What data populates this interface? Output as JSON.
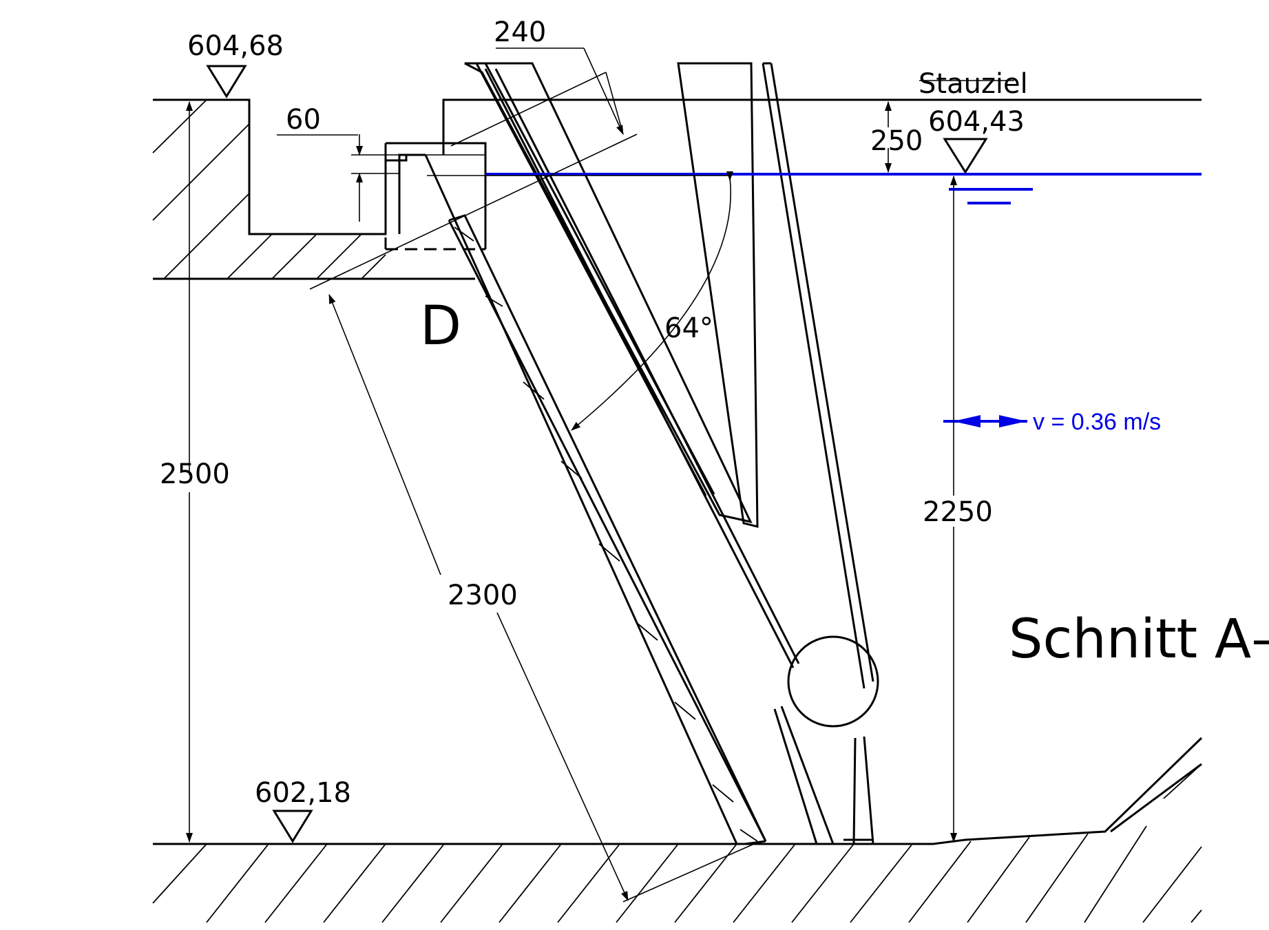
{
  "labels": {
    "elev_top": "604,68",
    "dim_240": "240",
    "dim_60": "60",
    "stauziel": "Stauziel",
    "elev_water": "604,43",
    "dim_250": "250",
    "detail_d": "D",
    "angle": "64°",
    "velocity": "v = 0.36 m/s",
    "dim_2500": "2500",
    "dim_2250": "2250",
    "dim_2300": "2300",
    "section_title": "Schnitt A–A",
    "elev_bottom": "602,18"
  },
  "colors": {
    "line": "#000000",
    "water": "#0000e6"
  }
}
